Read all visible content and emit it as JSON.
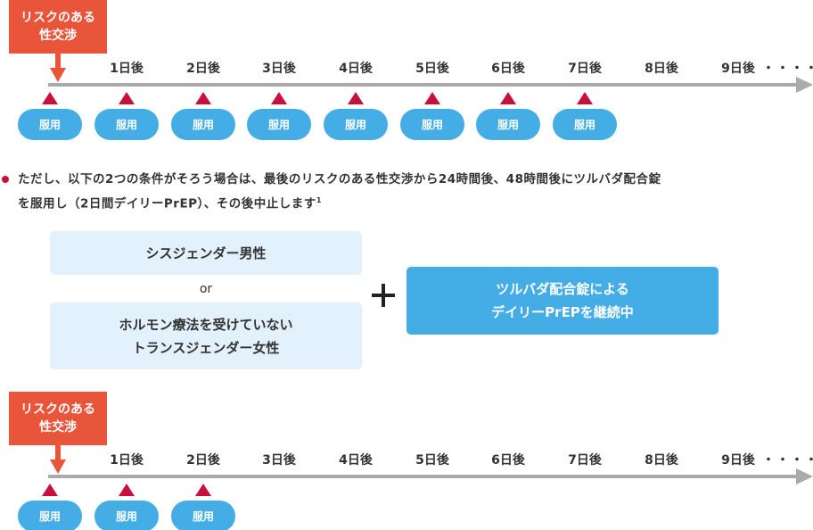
{
  "colors": {
    "event": "#e8553a",
    "dose_marker": "#c8103e",
    "dose_pill": "#44ade5",
    "axis": "#aaaaaa",
    "condition_bg": "#e3f1fd",
    "result_bg": "#44ade5"
  },
  "timeline_top": {
    "event_line1": "リスクのある",
    "event_line2": "性交渉",
    "days": [
      "1日後",
      "2日後",
      "3日後",
      "4日後",
      "5日後",
      "6日後",
      "7日後",
      "8日後",
      "9日後"
    ],
    "continuation": "・・・・",
    "doses": [
      "服用",
      "服用",
      "服用",
      "服用",
      "服用",
      "服用",
      "服用",
      "服用"
    ]
  },
  "note": {
    "line1": "ただし、以下の2つの条件がそろう場合は、最後のリスクのある性交渉から24時間後、48時間後にツルバダ配合錠",
    "line2": "を服用し（2日間デイリーPrEP）、その後中止します",
    "footnote": "1"
  },
  "conditions": {
    "option_a": "シスジェンダー男性",
    "or": "or",
    "option_b_line1": "ホルモン療法を受けていない",
    "option_b_line2": "トランスジェンダー女性"
  },
  "result": {
    "line1": "ツルバダ配合錠による",
    "line2": "デイリーPrEPを継続中"
  },
  "timeline_bottom": {
    "event_line1": "リスクのある",
    "event_line2": "性交渉",
    "days": [
      "1日後",
      "2日後",
      "3日後",
      "4日後",
      "5日後",
      "6日後",
      "7日後",
      "8日後",
      "9日後"
    ],
    "continuation": "・・・・",
    "doses": [
      "服用",
      "服用",
      "服用"
    ]
  }
}
